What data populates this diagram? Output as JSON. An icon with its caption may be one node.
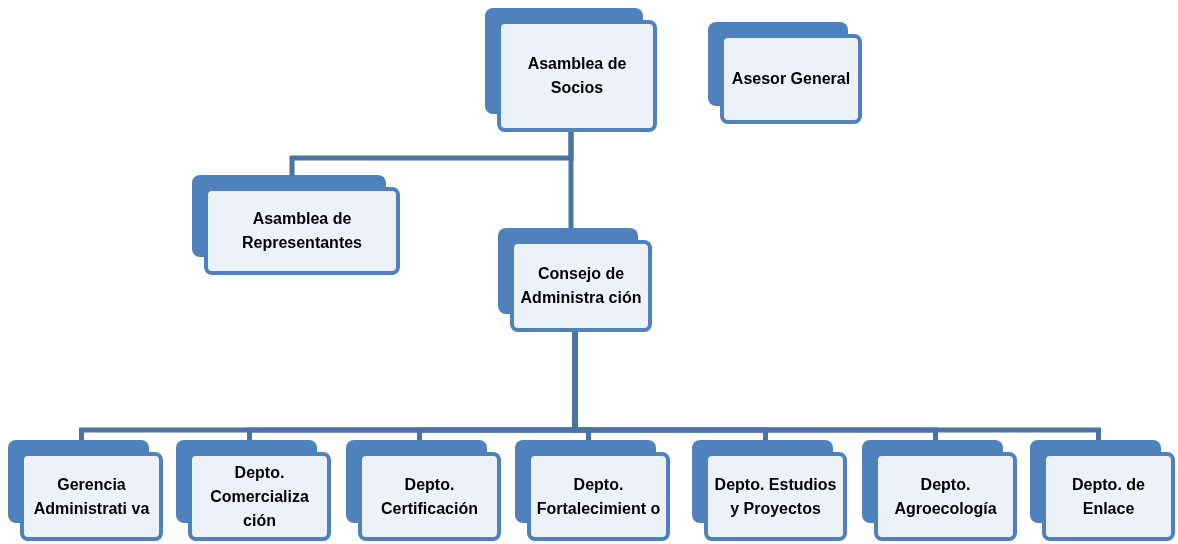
{
  "diagram": {
    "nodes": [
      {
        "text": [
          "Asamblea de Socios"
        ]
      },
      {
        "text": [
          "Asesor General"
        ]
      },
      {
        "text": [
          "Asamblea de Representantes"
        ]
      },
      {
        "text": [
          "Consejo de Administra ción"
        ]
      },
      {
        "text": [
          "Gerencia Administrati va"
        ]
      },
      {
        "text": [
          "Depto. Comercializa ción"
        ]
      },
      {
        "text": [
          "Depto. Certificación"
        ]
      },
      {
        "text": [
          "Depto. Fortalecimient o"
        ]
      },
      {
        "text": [
          "Depto. Estudios y Proyectos"
        ]
      },
      {
        "text": [
          "Depto. Agroecología"
        ]
      },
      {
        "text": [
          "Depto. de Enlace"
        ]
      }
    ],
    "edges": [
      {
        "from": 0,
        "to": 2,
        "arrow": "none"
      },
      {
        "from": 0,
        "to": 3,
        "arrow": "none"
      },
      {
        "from": 3,
        "to": 4,
        "arrow": "none"
      },
      {
        "from": 3,
        "to": 5,
        "arrow": "none"
      },
      {
        "from": 3,
        "to": 6,
        "arrow": "none"
      },
      {
        "from": 3,
        "to": 7,
        "arrow": "none"
      },
      {
        "from": 3,
        "to": 8,
        "arrow": "none"
      },
      {
        "from": 3,
        "to": 9,
        "arrow": "none"
      },
      {
        "from": 3,
        "to": 10,
        "arrow": "none"
      }
    ]
  }
}
